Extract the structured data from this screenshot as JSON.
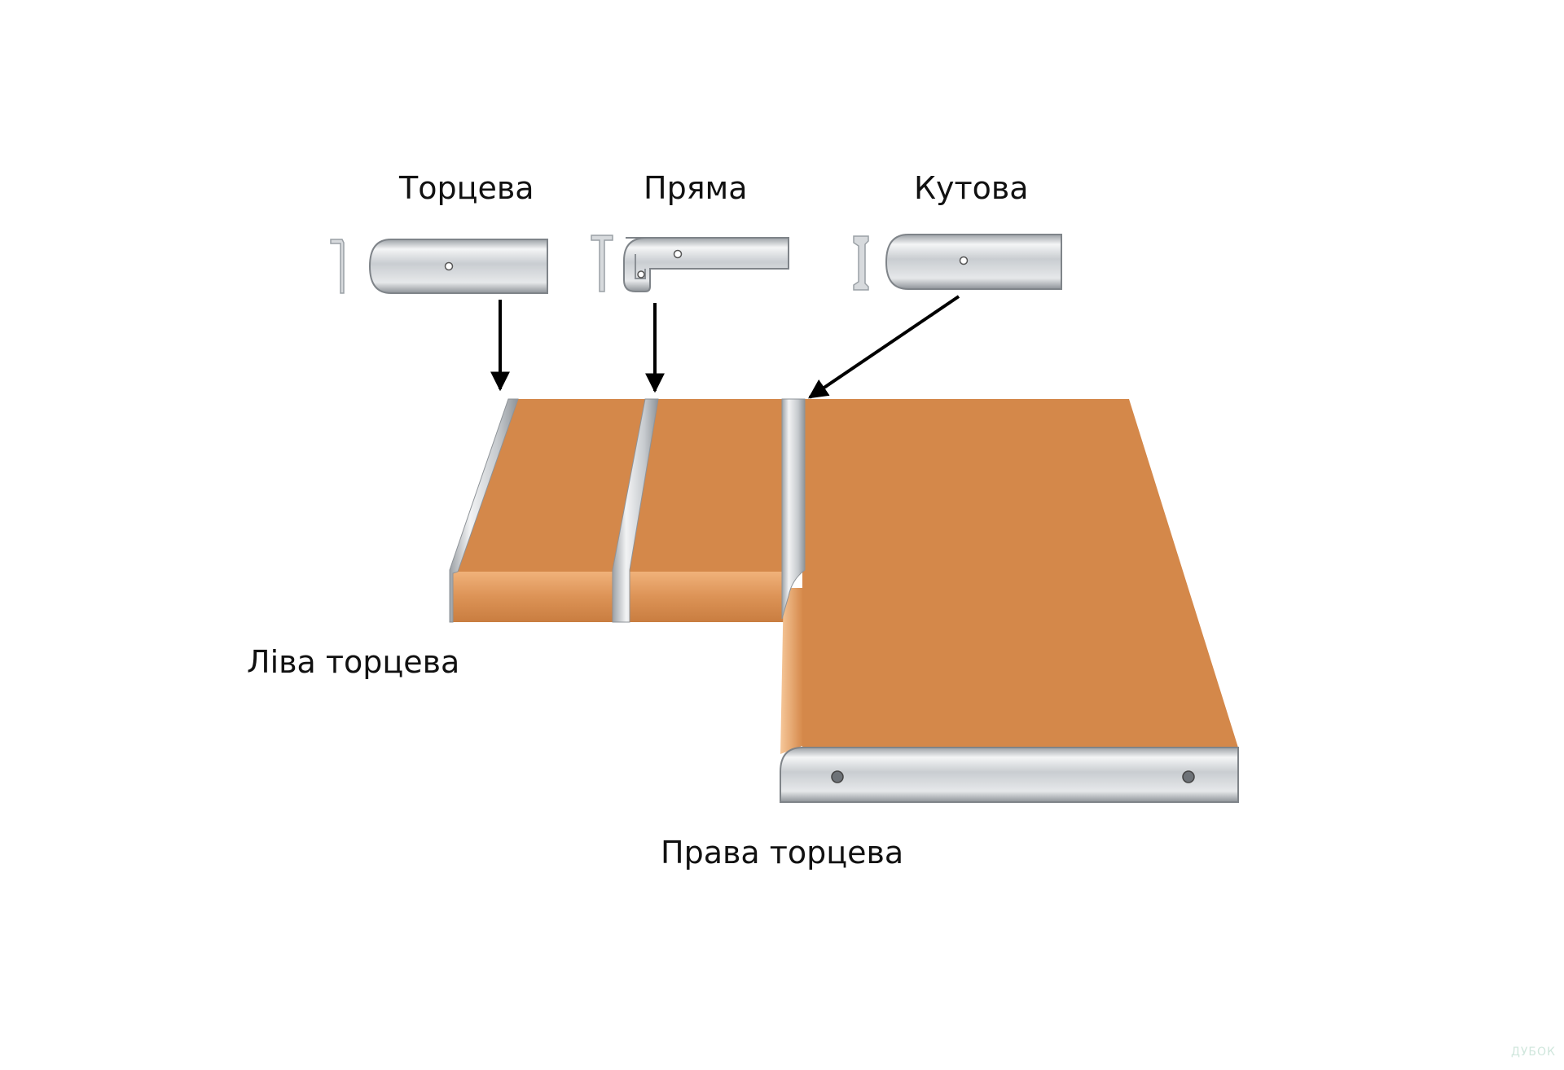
{
  "labels": {
    "end_profile": "Торцева",
    "straight_profile": "Пряма",
    "corner_profile": "Кутова",
    "left_end": "Ліва торцева",
    "right_end": "Права торцева"
  },
  "watermark": "ДУБОК",
  "colors": {
    "countertop_top": "#d4884a",
    "countertop_edge": "#e0975a",
    "metal_light": "#eef0f2",
    "metal_mid": "#c9cdd1",
    "metal_dark": "#8e9398",
    "arrow": "#000000",
    "text": "#111111"
  }
}
